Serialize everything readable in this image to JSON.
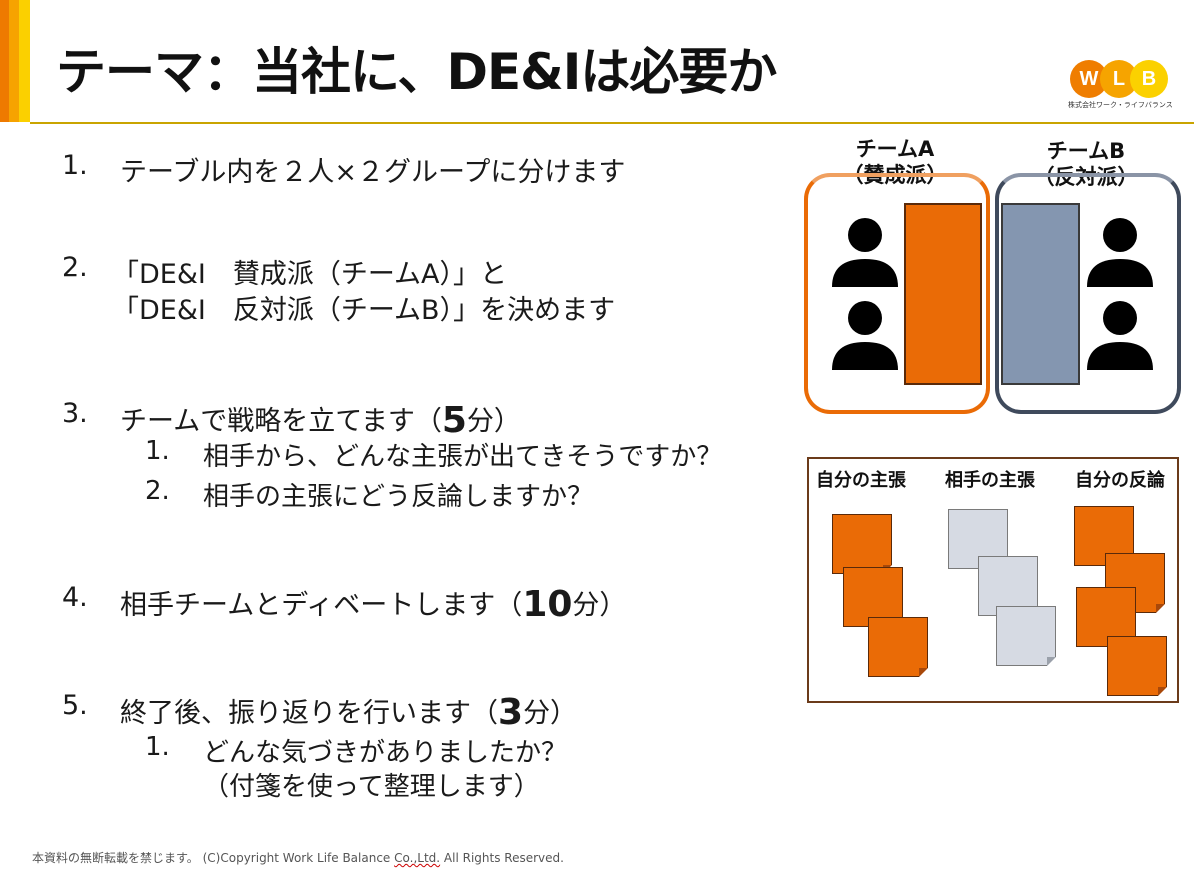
{
  "title": "テーマ：当社に、DE&Iは必要か",
  "logo": {
    "letters": [
      "W",
      "L",
      "B"
    ],
    "subtitle": "株式会社ワーク・ライフバランス"
  },
  "items": [
    {
      "num": "1.",
      "text": "テーブル内を２人×２グループに分けます"
    },
    {
      "num": "2.",
      "line1": "「DE&I　賛成派（チームA）」と",
      "line2": "「DE&I　反対派（チームB）」を決めます"
    },
    {
      "num": "3.",
      "text": "チームで戦略を立てます（",
      "emph": "5",
      "tail": "分）",
      "subs": [
        {
          "num": "1.",
          "text": "相手から、どんな主張が出てきそうですか？"
        },
        {
          "num": "2.",
          "text": "相手の主張にどう反論しますか？"
        }
      ]
    },
    {
      "num": "4.",
      "text": "相手チームとディベートします（",
      "emph": "10",
      "tail": "分）"
    },
    {
      "num": "5.",
      "text": "終了後、振り返りを行います（",
      "emph": "3",
      "tail": "分）",
      "subs": [
        {
          "num": "1.",
          "line1": "どんな気づきがありましたか？",
          "line2": "（付箋を使って整理します）"
        }
      ]
    }
  ],
  "teams": {
    "a": {
      "line1": "チームA",
      "line2": "（賛成派）",
      "color": "#ea6b06"
    },
    "b": {
      "line1": "チームB",
      "line2": "（反対派）",
      "color": "#3f4a5c",
      "panel": "#8496b0"
    }
  },
  "notes": {
    "col1": "自分の主張",
    "col2": "相手の主張",
    "col3": "自分の反論"
  },
  "footer": {
    "before": "本資料の無断転載を禁じます。 (C)Copyright  Work Life Balance ",
    "underlined": "Co.,Ltd.",
    "after": " All Rights Reserved."
  }
}
